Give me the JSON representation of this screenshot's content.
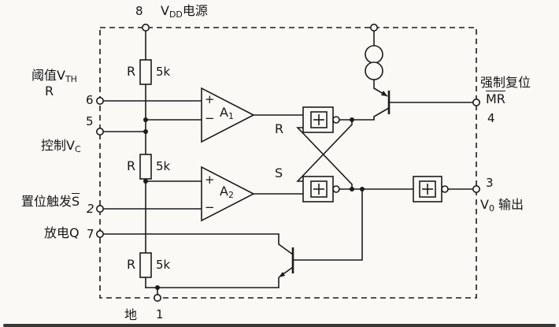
{
  "power": {
    "pin": "8",
    "v": "V",
    "v_sub": "DD",
    "name": "电源"
  },
  "ground": {
    "pin": "1",
    "name": "地"
  },
  "threshold": {
    "pin": "6",
    "name": "阈值V",
    "name_sub": "TH",
    "line2": "R"
  },
  "control": {
    "pin": "5",
    "name": "控制V",
    "name_sub": "C"
  },
  "trigger": {
    "pin": "2",
    "name": "置位触发",
    "signal": "S"
  },
  "discharge": {
    "pin": "7",
    "name": "放电Q"
  },
  "reset": {
    "pin": "4",
    "name": "强制复位",
    "signal": "MR"
  },
  "output": {
    "pin": "3",
    "v": "V",
    "v_sub": "0",
    "name": "输出"
  },
  "resistors": [
    {
      "ref": "R",
      "value": "5k"
    },
    {
      "ref": "R",
      "value": "5k"
    },
    {
      "ref": "R",
      "value": "5k"
    }
  ],
  "comparators": {
    "a1": {
      "name": "A",
      "sub": "1",
      "plus": "+",
      "minus": "−"
    },
    "a2": {
      "name": "A",
      "sub": "2",
      "plus": "+",
      "minus": "−"
    }
  },
  "flipflop": {
    "r_input": "R",
    "s_input": "S"
  }
}
